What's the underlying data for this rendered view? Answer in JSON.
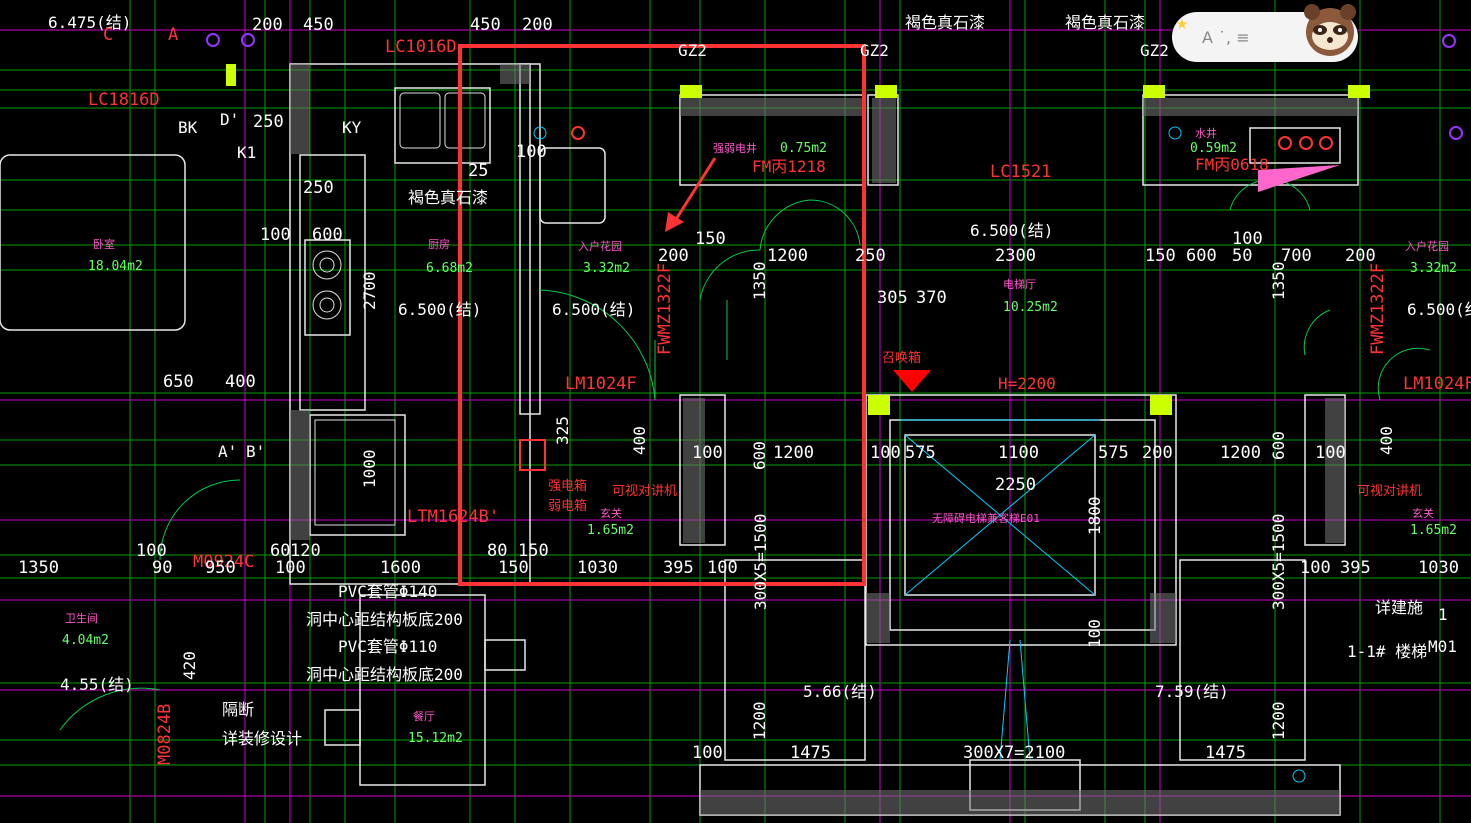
{
  "window": {
    "title": "CAD floor plan viewer"
  },
  "highlight": {
    "color": "#ff3333"
  },
  "floating_toolbar": {
    "text": "A ˙, ≡",
    "star_icon": "star-icon",
    "avatar_icon": "raccoon-avatar-icon"
  },
  "rooms": {
    "bedroom": {
      "name": "卧室",
      "area": "18.04m2"
    },
    "kitchen": {
      "name": "厨房",
      "area": "6.68m2"
    },
    "entry_garden_left": {
      "name": "入户花园",
      "area": "3.32m2"
    },
    "elec_shaft": {
      "name": "强弱电井",
      "area": "0.75m2"
    },
    "elevator_hall": {
      "name": "电梯厅",
      "area": "10.25m2"
    },
    "water_well": {
      "name": "水井",
      "area": "0.59m2"
    },
    "entry_garden_right": {
      "name": "入户花园",
      "area": "3.32m2"
    },
    "foyer_left": {
      "name": "玄关",
      "area": "1.65m2"
    },
    "foyer_right": {
      "name": "玄关",
      "area": "1.65m2"
    },
    "bathroom": {
      "name": "卫生间",
      "area": "4.04m2"
    },
    "dining": {
      "name": "餐厅",
      "area": "15.12m2"
    },
    "elevator": {
      "name": "无障碍电梯兼客梯E01"
    }
  },
  "labels": {
    "paint_top1": "褐色真石漆",
    "paint_top2": "褐色真石漆",
    "paint_mid": "褐色真石漆",
    "gz_left": "GZ2",
    "gz_mid": "GZ2",
    "gz_right": "GZ2",
    "lc1016": "LC1016D",
    "lc1816": "LC1816D",
    "lc1521": "LC1521",
    "fm1218": "FM丙1218",
    "fm0618": "FM丙0618",
    "fwmz_left": "FWMZ1322F",
    "fwmz_right": "FWMZ1322F",
    "lm1024_left": "LM1024F",
    "lm1024_right": "LM1024F",
    "ltm1624": "LTM1624B'",
    "m0924": "M0924C",
    "m0824": "M0824B",
    "strong_box": "强电箱",
    "weak_box": "弱电箱",
    "intercom_left": "可视对讲机",
    "intercom_right": "可视对讲机",
    "call_box": "召唤箱",
    "h2200": "H=2200",
    "elev_650_left": "6.500(结)",
    "elev_650_mid": "6.500(结)",
    "elev_650_right": "6.500(结)",
    "elev_6475": "6.475(结)",
    "elev_5660": "5.66(结)",
    "elev_7590": "7.59(结)",
    "elev_4550": "4.55(结)",
    "pvc1": "PVC套管Φ140",
    "pvc1_note": "洞中心距结构板底200",
    "pvc2": "PVC套管Φ110",
    "pvc2_note": "洞中心距结构板底200",
    "partition": "隔断",
    "partition_note": "详装修设计",
    "stair_note": "详建施",
    "stair_name": "1-1# 楼梯",
    "stair_num": "1",
    "m01": "M01",
    "bk": "BK",
    "d_prime": "D'",
    "k1": "K1",
    "ky": "KY",
    "a_prime": "A'",
    "b_prime": "B'",
    "c_label": "C",
    "a_label": "A"
  },
  "dims": {
    "d200_top": "200",
    "d450_top": "450",
    "d450_top2": "450",
    "d200_top2": "200",
    "d250": "250",
    "d25": "25",
    "d100a": "100",
    "d600a": "600",
    "d2700": "2700",
    "d650": "650",
    "d400a": "400",
    "d150a": "150",
    "d200b": "200",
    "d1200a": "1200",
    "d250b": "250",
    "d2300": "2300",
    "d150b": "150",
    "d600b": "600",
    "d50": "50",
    "d700": "700",
    "d200c": "200",
    "d305": "305",
    "d370": "370",
    "d1350a": "1350",
    "d100b": "100",
    "d575a": "575",
    "d1100": "1100",
    "d575b": "575",
    "d200d": "200",
    "d1200b": "1200",
    "d1200c": "1200",
    "d2250": "2250",
    "d1800": "1800",
    "d1350b": "1350",
    "d90": "90",
    "d950": "950",
    "d100c": "100",
    "d60": "60",
    "d120": "120",
    "d1600": "1600",
    "d80": "80",
    "d150c": "150",
    "d150d": "150",
    "d1030a": "1030",
    "d395a": "395",
    "d100d": "100",
    "d100e": "100",
    "d395b": "395",
    "d1030b": "1030",
    "d300x5a": "300X5=1500",
    "d300x5b": "300X5=1500",
    "d1475a": "1475",
    "d300x7": "300X7=2100",
    "d1475b": "1475",
    "d100f": "100",
    "d420": "420",
    "d1000": "1000",
    "d325": "325",
    "d1200d": "1200",
    "d1200e": "1200",
    "d1500": "1500",
    "d600c": "600",
    "d600d": "600",
    "d400b": "400",
    "d400c": "400",
    "d100g": "100",
    "d1350c": "1350"
  }
}
